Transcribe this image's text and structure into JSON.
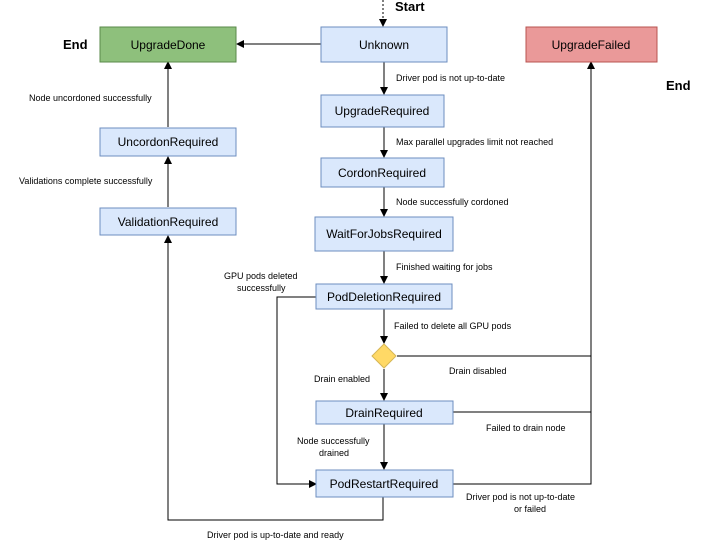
{
  "markers": {
    "start": "Start",
    "end_left": "End",
    "end_right": "End"
  },
  "states": {
    "unknown": "Unknown",
    "upgrade_done": "UpgradeDone",
    "upgrade_failed": "UpgradeFailed",
    "upgrade_required": "UpgradeRequired",
    "cordon_required": "CordonRequired",
    "wait_for_jobs_required": "WaitForJobsRequired",
    "pod_deletion_required": "PodDeletionRequired",
    "drain_required": "DrainRequired",
    "pod_restart_required": "PodRestartRequired",
    "validation_required": "ValidationRequired",
    "uncordon_required": "UncordonRequired"
  },
  "edges": {
    "driver_not_up_to_date": "Driver pod is not up-to-date",
    "max_parallel": "Max parallel upgrades limit not reached",
    "node_cordoned": "Node successfully cordoned",
    "finished_waiting": "Finished waiting for jobs",
    "failed_delete_gpu_1": "Failed to delete all GPU pods",
    "gpu_deleted_1": "GPU pods deleted",
    "gpu_deleted_2": "successfully",
    "drain_enabled": "Drain enabled",
    "drain_disabled": "Drain disabled",
    "failed_drain": "Failed to drain node",
    "node_drained_1": "Node successfully",
    "node_drained_2": "drained",
    "driver_not_up_to_date_failed_1": "Driver pod is not up-to-date",
    "driver_not_up_to_date_failed_2": "or failed",
    "driver_ready": "Driver pod is up-to-date and ready",
    "validations_complete": "Validations complete successfully",
    "node_uncordoned": "Node uncordoned successfully"
  },
  "colors": {
    "state_fill": "#dae8fc",
    "state_stroke": "#6c8ebf",
    "done_fill": "#8ec07c",
    "done_stroke": "#5a8a4a",
    "failed_fill": "#ea9999",
    "failed_stroke": "#b85450",
    "decision_fill": "#ffd966",
    "decision_stroke": "#d6b656",
    "line": "#000000"
  }
}
